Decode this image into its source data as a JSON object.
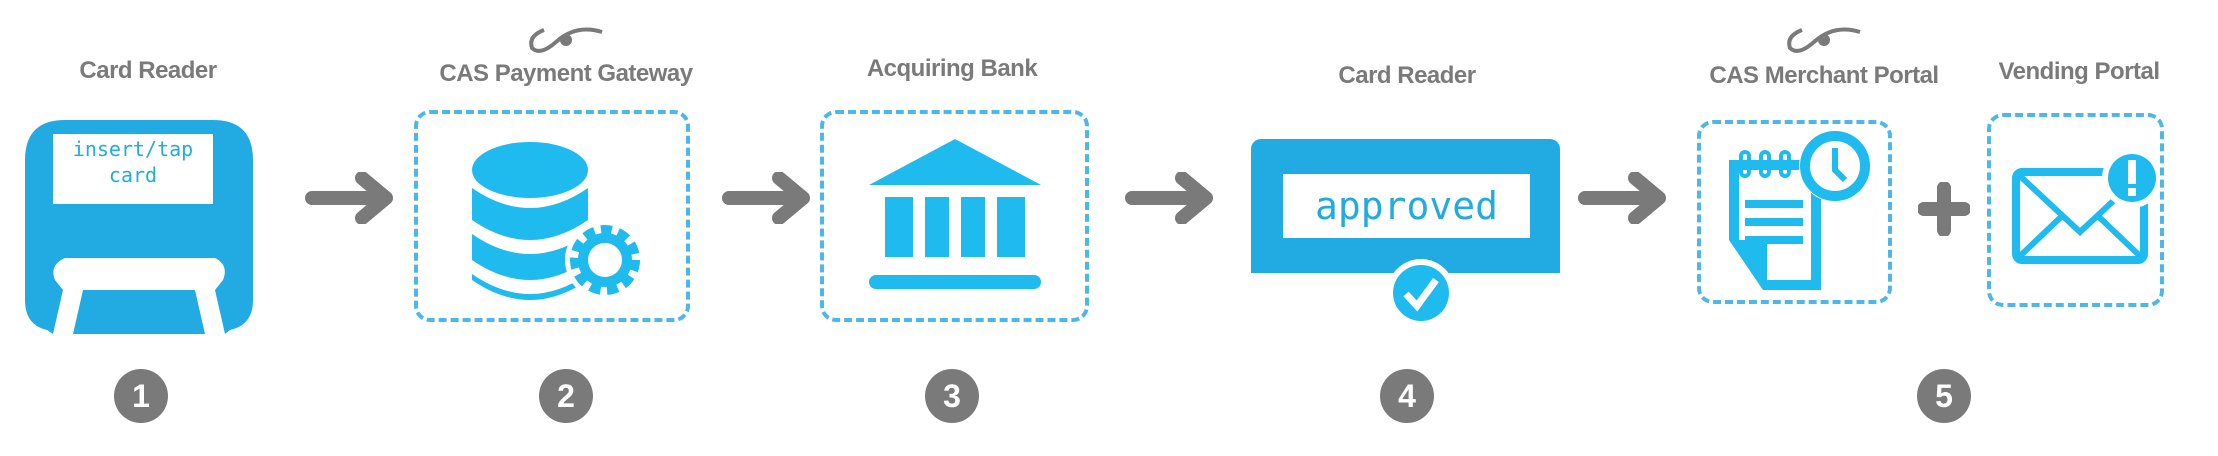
{
  "steps": [
    {
      "number": "1",
      "title": "Card Reader",
      "screen_line1": "insert/tap",
      "screen_line2": "card"
    },
    {
      "number": "2",
      "title": "CAS Payment Gateway",
      "icon": "database-gear-icon"
    },
    {
      "number": "3",
      "title": "Acquiring Bank",
      "icon": "bank-icon"
    },
    {
      "number": "4",
      "title": "Card Reader",
      "screen_text": "approved"
    },
    {
      "number": "5",
      "title_a": "CAS Merchant Portal",
      "title_b": "Vending Portal",
      "icon_a": "report-clock-icon",
      "icon_b": "mail-alert-icon"
    }
  ],
  "colors": {
    "blue": "#21abe2",
    "light_blue": "#1fbbef",
    "gray": "#7a7a7a"
  }
}
